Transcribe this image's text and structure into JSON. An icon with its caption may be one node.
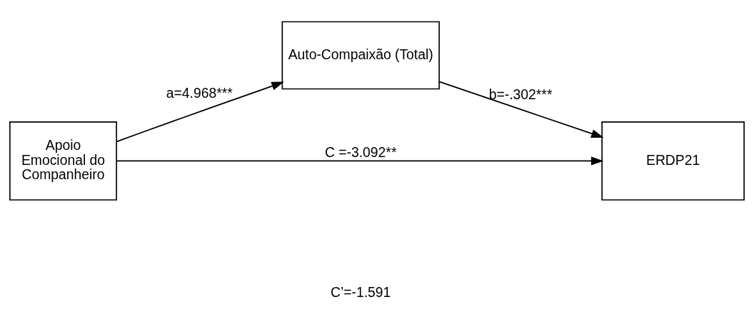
{
  "diagram": {
    "nodes": [
      {
        "text": [
          "Auto-Compaixão (Total)"
        ]
      },
      {
        "text": [
          "Apoio Emocional do Companheiro"
        ]
      },
      {
        "text": [
          "ERDP21"
        ]
      }
    ],
    "edges": [
      {
        "from": 1,
        "to": 0,
        "arrow": "to",
        "label": "a=4.968***"
      },
      {
        "from": 0,
        "to": 2,
        "arrow": "to",
        "label": "b=-.302***"
      },
      {
        "from": 1,
        "to": 2,
        "arrow": "to",
        "label": "C =-3.092**"
      }
    ],
    "labels": [
      "C’=-1.591"
    ]
  }
}
